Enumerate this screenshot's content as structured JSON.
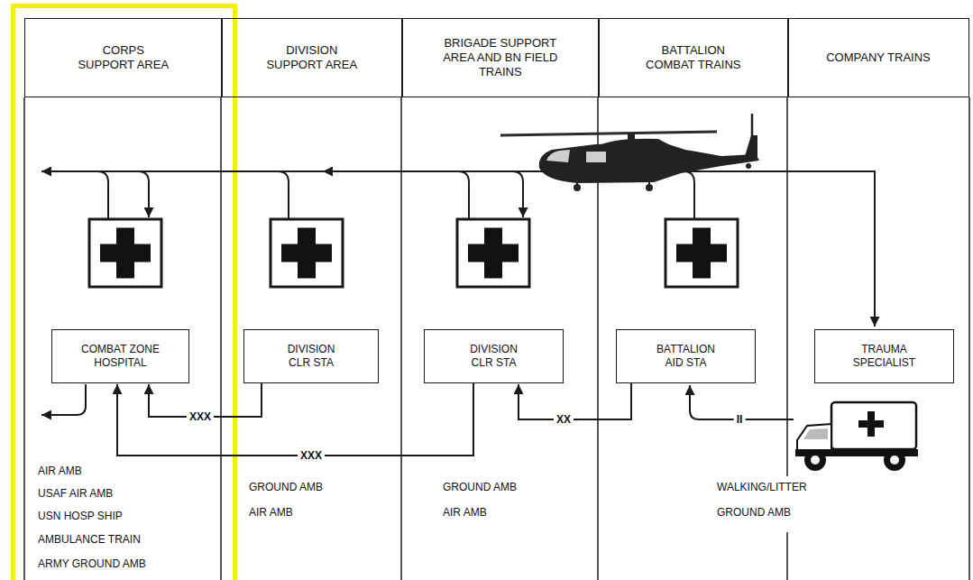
{
  "diagram": {
    "nodes": [
      {
        "text": [
          "CORPS SUPPORT AREA"
        ]
      },
      {
        "text": [
          "DIVISION SUPPORT AREA"
        ]
      },
      {
        "text": [
          "BRIGADE SUPPORT AREA AND BN FIELD TRAINS"
        ]
      },
      {
        "text": [
          "BATTALION COMBAT TRAINS"
        ]
      },
      {
        "text": [
          "COMPANY TRAINS"
        ]
      },
      {
        "text": [
          "COMBAT ZONE HOSPITAL"
        ]
      },
      {
        "text": [
          "DIVISION CLR STA"
        ]
      },
      {
        "text": [
          "DIVISION CLR STA"
        ]
      },
      {
        "text": [
          "BATTALION AID STA"
        ]
      },
      {
        "text": [
          "TRAUMA SPECIALIST"
        ]
      }
    ],
    "edges": [
      {
        "from": 6,
        "to": 5,
        "label": "XXX",
        "arrow": "to"
      },
      {
        "from": 7,
        "to": 5,
        "label": "XXX",
        "arrow": "to"
      },
      {
        "from": 8,
        "to": 7,
        "label": "XX",
        "arrow": "to"
      }
    ],
    "labels": [
      "II",
      "AIR AMB",
      "USAF AIR AMB",
      "USN HOSP SHIP",
      "AMBULANCE TRAIN",
      "ARMY GROUND AMB",
      "GROUND AMB",
      "AIR AMB",
      "GROUND AMB",
      "AIR AMB",
      "WALKING/LITTER",
      "GROUND AMB"
    ]
  }
}
